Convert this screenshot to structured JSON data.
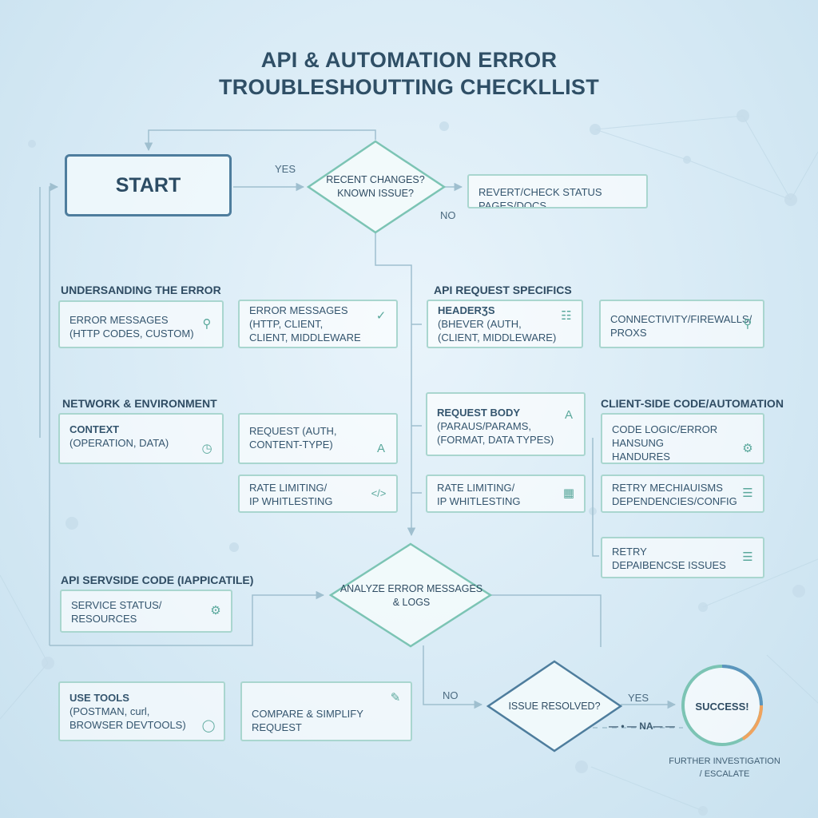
{
  "title": {
    "line1": "API & AUTOMATION ERROR",
    "line2": "TROUBLESHOUTTING CHECKLLIST"
  },
  "start": {
    "label": "START"
  },
  "decisions": {
    "recent_changes": "RECENT CHANGES?\nKNOWN ISSUE?",
    "analyze": "ANALYZE ERROR MESSAGES\n& LOGS",
    "resolved": "ISSUE RESOLVED?"
  },
  "flow_labels": {
    "yes_top": "YES",
    "no_top": "NO",
    "no_bottom": "NO",
    "yes_bottom": "YES",
    "na": "— • — NA— —"
  },
  "revert": {
    "label": "REVERT/CHECK STATUS PAGES/DOCS"
  },
  "sections": {
    "understanding": "UNDERSANDING THE ERROR",
    "api_request": "API REQUEST SPECIFICS",
    "network": "NETWORK & ENVIRONMENT",
    "client_code": "CLIENT-SIDE CODE/AUTOMATION",
    "server_code": "API SERVSIDE CODE (IAPPICATILE)"
  },
  "boxes": {
    "error_messages_1": {
      "text": "ERROR MESSAGES\n(HTTP CODES, CUSTOM)",
      "icon": "magnifier-icon"
    },
    "error_messages_2": {
      "text": "ERROR MESSAGES\n(HTTP, CLIENT,\nCLIENT, MIDDLEWARE",
      "icon": "check-circle-icon"
    },
    "headers": {
      "text": "HEADERƷS\n(BHEVER (AUTH,\n(CLIENT, MIDDLEWARE)",
      "icon": "settings-icon"
    },
    "connectivity": {
      "text": "CONNECTIVITY/FIREWALLS/\nPROXS",
      "icon": "magnifier-icon"
    },
    "context": {
      "text": "CONTEXT\n(OPERATION, DATA)",
      "icon": "clock-icon"
    },
    "request_auth": {
      "text": "REQUEST (AUTH,\nCONTENT-TYPE)",
      "icon": "text-icon"
    },
    "request_body": {
      "text": "REQUEST BODY\n(PARAUS/PARAMS,\n(FORMAT, DATA TYPES)",
      "icon": "text-icon"
    },
    "code_logic": {
      "text": "CODE LOGIC/ERROR HANSUNG\nHANDURES",
      "icon": "gear-icon"
    },
    "rate_limiting_1": {
      "text": "RATE LIMITING/\nIP WHITLESTING",
      "icon": "code-icon"
    },
    "rate_limiting_2": {
      "text": "RATE LIMITING/\nIP WHITLESTING",
      "icon": "chip-icon"
    },
    "retry_mechanisms": {
      "text": "RETRY MECHIAUISMS\nDEPENDENCIES/CONFIG",
      "icon": "database-icon"
    },
    "retry_dependence": {
      "text": "RETRY\nDEPAIBENCSE ISSUES",
      "icon": "database-icon"
    },
    "service_status": {
      "text": "SERVICE STATUS/\nRESOURCES",
      "icon": "gear-icon"
    },
    "use_tools": {
      "text": "USE TOOLS\n(POSTMAN, curl,\nBROWSER DEVTOOLS)",
      "icon": "shield-icon"
    },
    "compare": {
      "text": "COMPARE & SIMPLIFY REQUEST",
      "icon": "code-icon"
    }
  },
  "success": {
    "label": "SUCCESS!"
  },
  "further": {
    "text": "FURTHER INVESTIGATION\n/ ESCALATE"
  },
  "colors": {
    "box_border": "#a9d6cf",
    "start_border": "#4e7d9d",
    "diamond_teal": "#7cc4b4",
    "diamond_blue": "#4e7d9d",
    "connector": "#9fbfcf",
    "ring_teal": "#7cc4b4",
    "ring_blue": "#5b95bd",
    "ring_orange": "#f0a35e"
  }
}
